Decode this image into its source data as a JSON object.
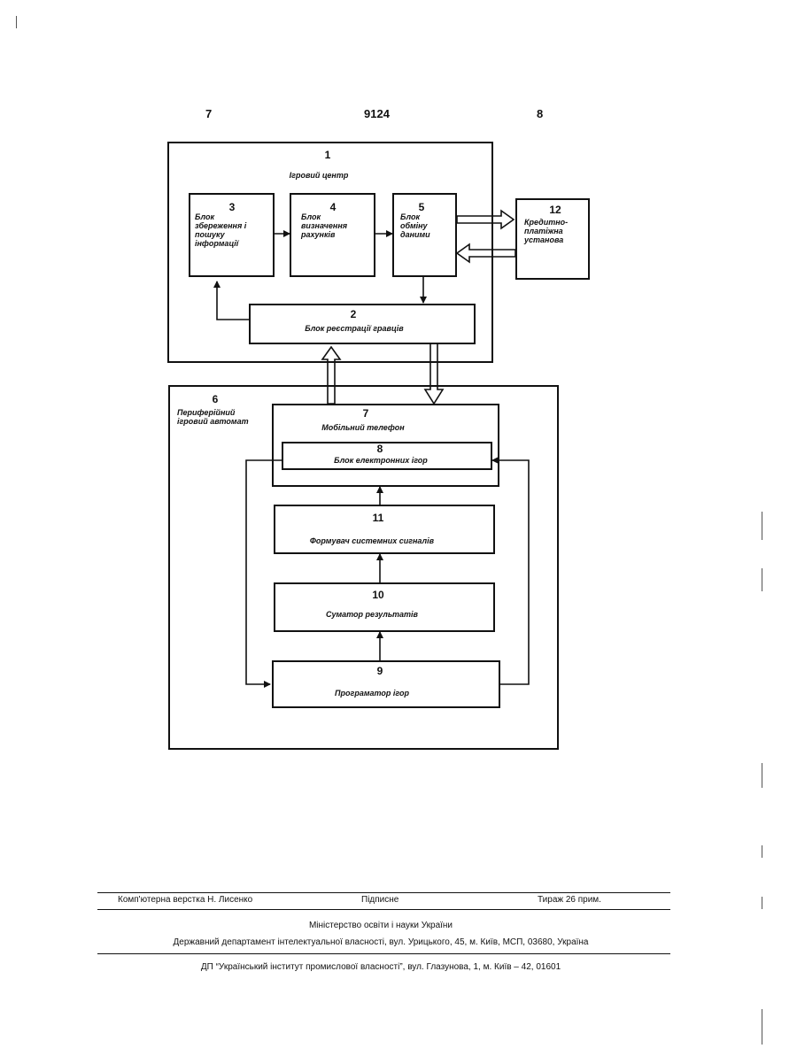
{
  "header": {
    "page_left": "7",
    "patent_no": "9124",
    "page_right": "8"
  },
  "diagram": {
    "blocks": [
      {
        "num": "1",
        "label": "Ігровий центр"
      },
      {
        "num": "2",
        "label": "Блок реєстрації гравців"
      },
      {
        "num": "3",
        "label": "Блок збереження і пошуку інформації"
      },
      {
        "num": "4",
        "label": "Блок визначення рахунків"
      },
      {
        "num": "5",
        "label": "Блок обміну даними"
      },
      {
        "num": "6",
        "label": "Периферійний ігровий автомат"
      },
      {
        "num": "7",
        "label": "Мобільний телефон"
      },
      {
        "num": "8",
        "label": "Блок електронних ігор"
      },
      {
        "num": "9",
        "label": "Програматор ігор"
      },
      {
        "num": "10",
        "label": "Суматор результатів"
      },
      {
        "num": "11",
        "label": "Формувач системних сигналів"
      },
      {
        "num": "12",
        "label": "Кредитно-платіжна установа"
      }
    ]
  },
  "footer": {
    "layout": "Комп'ютерна верстка Н. Лисенко",
    "signed": "Підписне",
    "circulation": "Тираж 26 прим.",
    "ministry": "Міністерство освіти і науки України",
    "department": "Державний департамент інтелектуальної власності, вул. Урицького, 45, м. Київ, МСП, 03680, Україна",
    "institute": "ДП “Український інститут промислової власності”, вул. Глазунова, 1, м. Київ – 42, 01601"
  }
}
